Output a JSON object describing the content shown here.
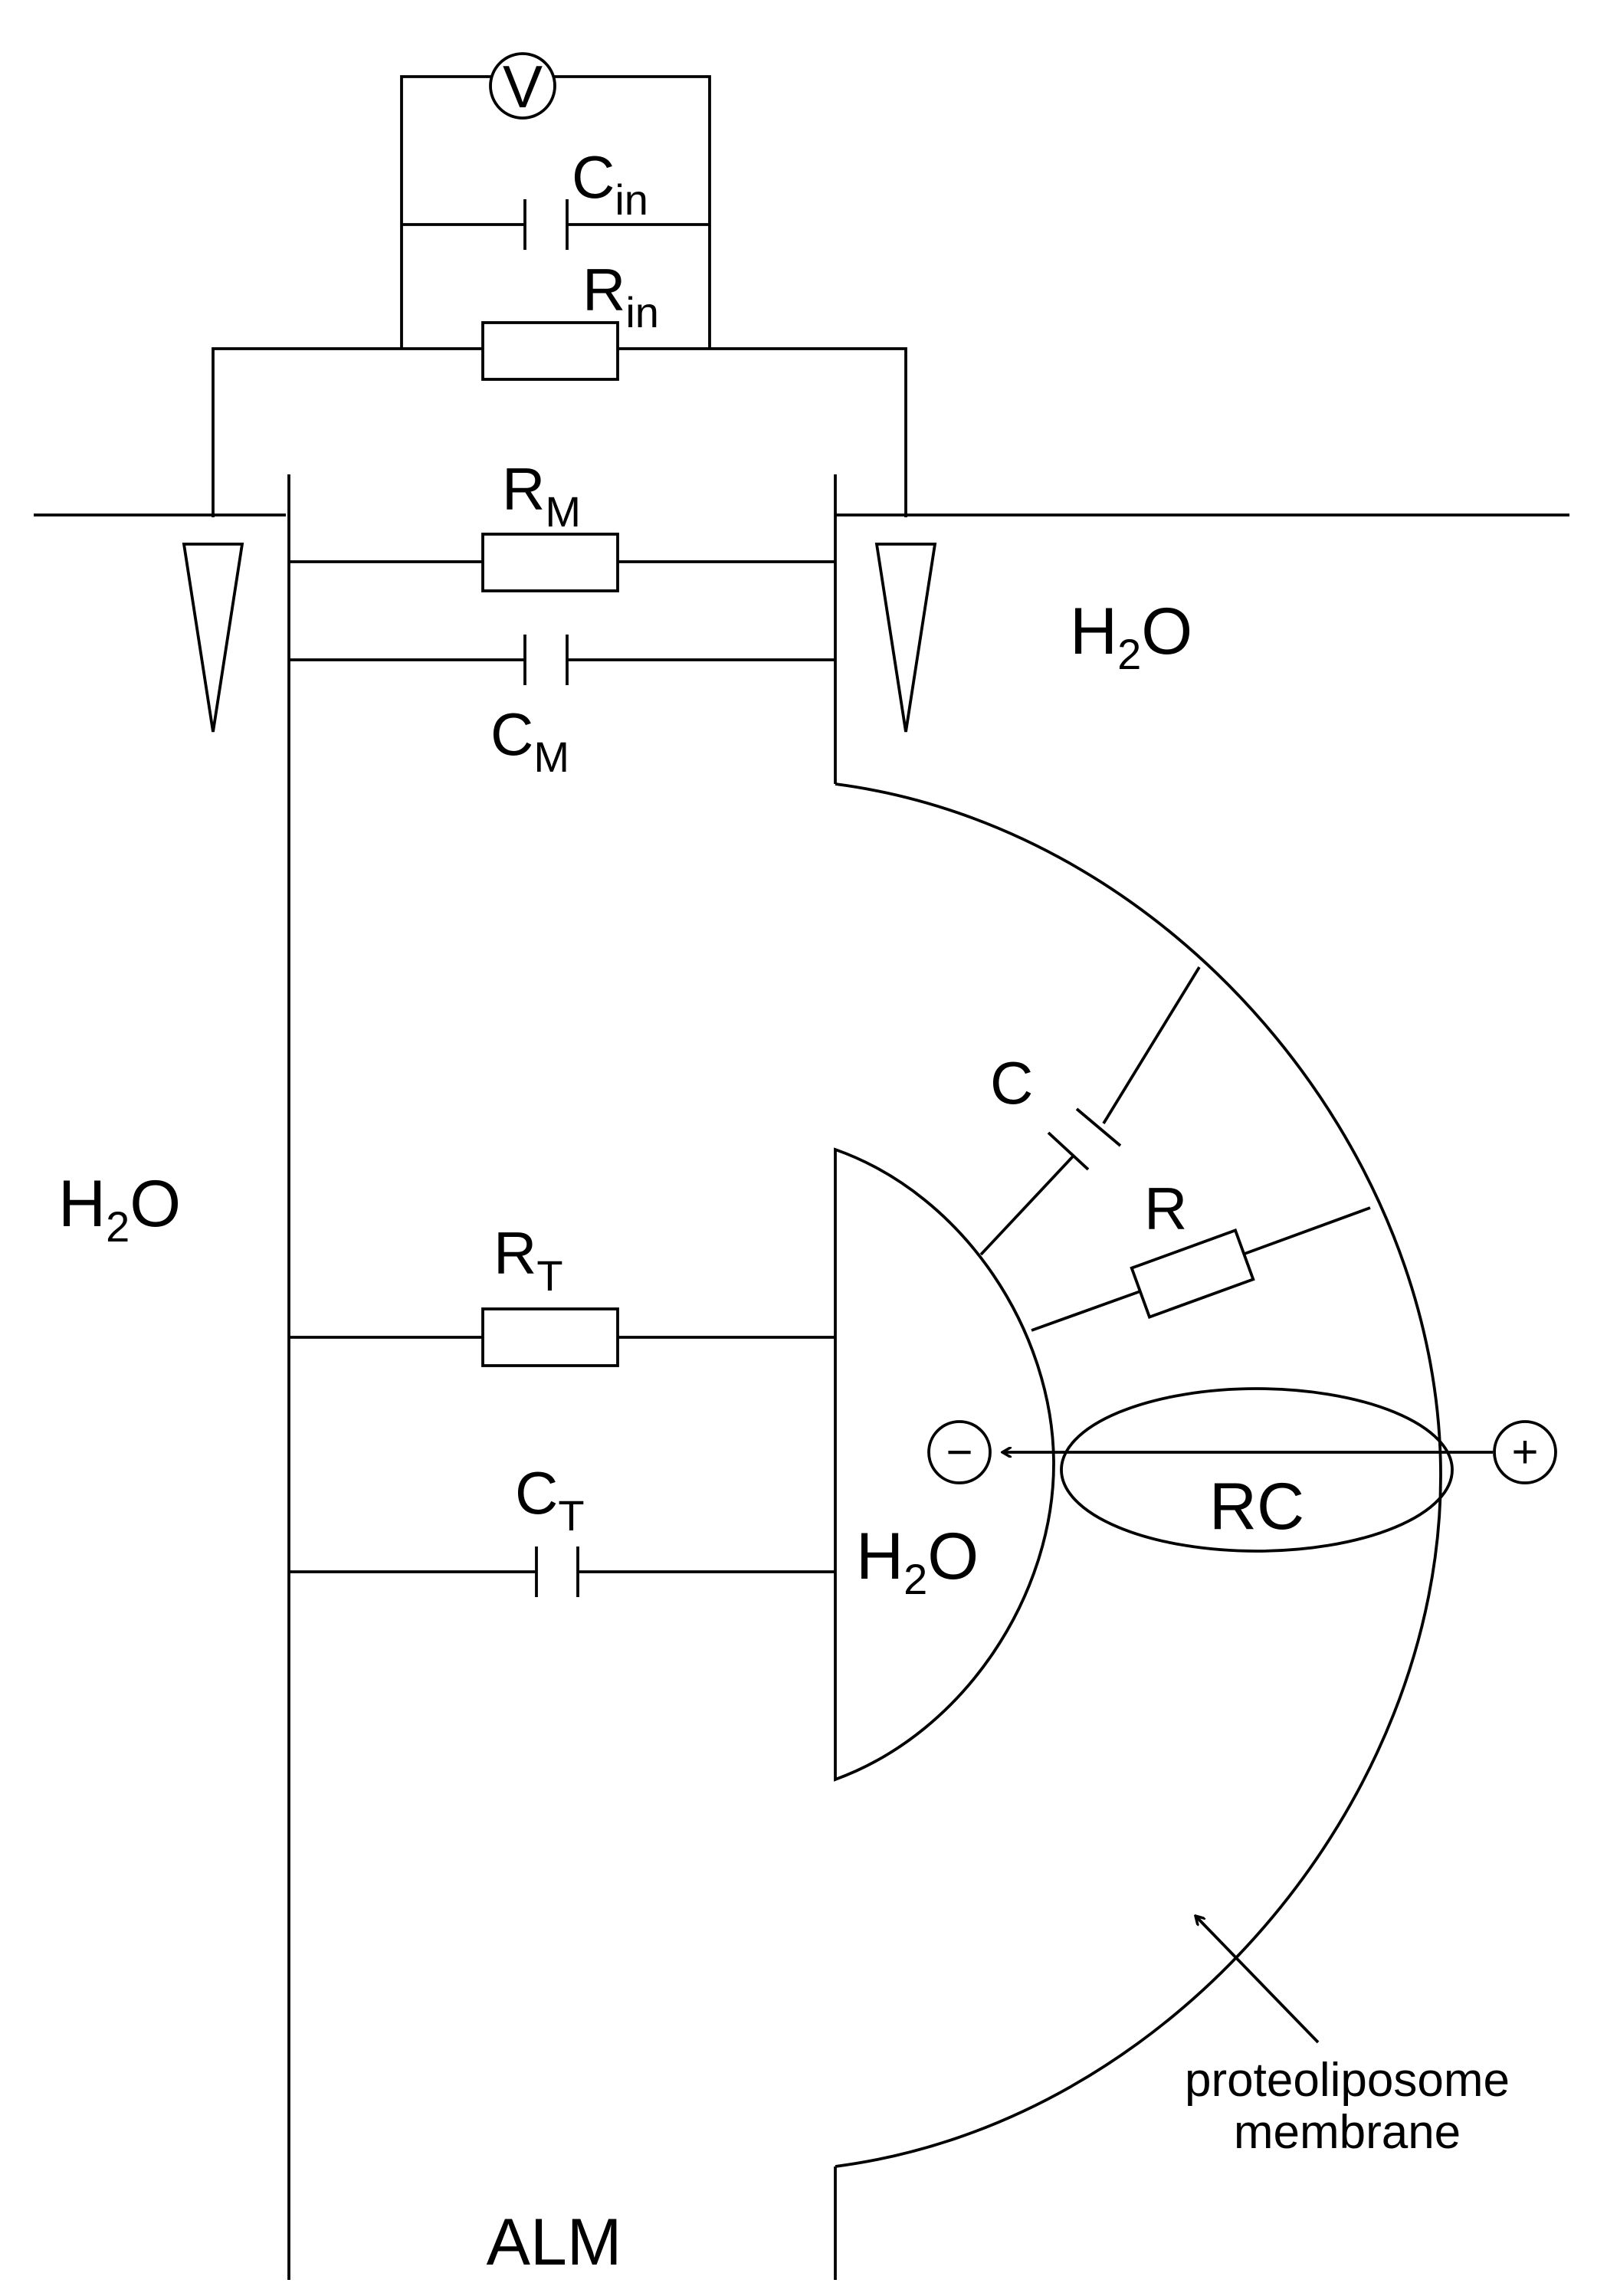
{
  "labels": {
    "voltmeter": "V",
    "c_in": {
      "main": "C",
      "sub": "in"
    },
    "r_in": {
      "main": "R",
      "sub": "in"
    },
    "r_m": {
      "main": "R",
      "sub": "M"
    },
    "c_m": {
      "main": "C",
      "sub": "M"
    },
    "r_t": {
      "main": "R",
      "sub": "T"
    },
    "c_t": {
      "main": "C",
      "sub": "T"
    },
    "c": "C",
    "r": "R",
    "rc": "RC",
    "minus": "−",
    "plus": "+",
    "water_top": {
      "main": "H",
      "sub": "2",
      "tail": "O"
    },
    "water_left": {
      "main": "H",
      "sub": "2",
      "tail": "O"
    },
    "water_inner": {
      "main": "H",
      "sub": "2",
      "tail": "O"
    },
    "alm": "ALM",
    "membrane_line1": "proteoliposome",
    "membrane_line2": "membrane"
  }
}
